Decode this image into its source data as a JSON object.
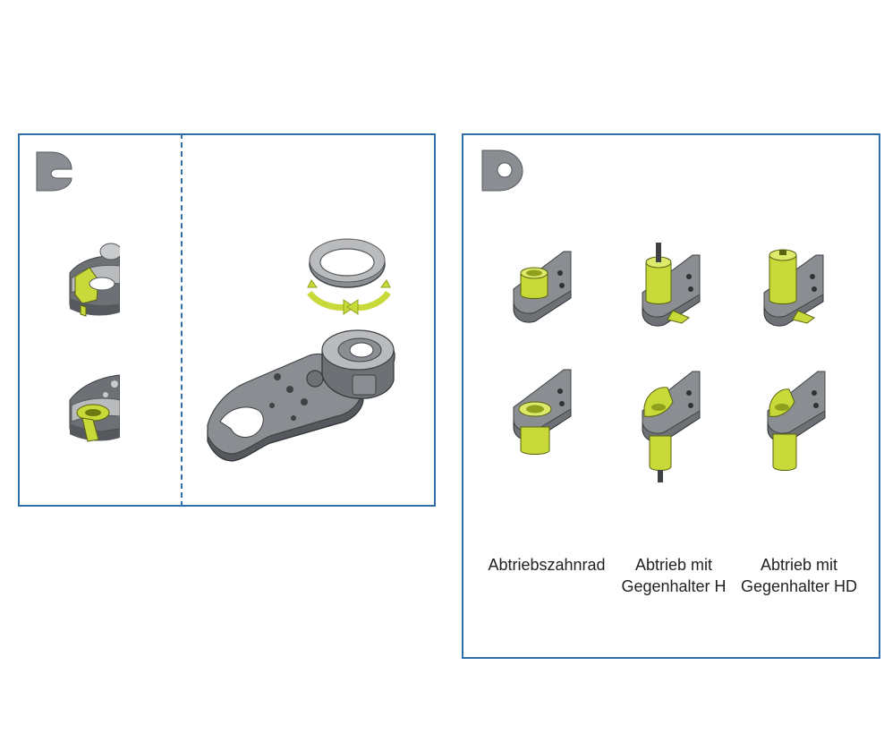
{
  "colors": {
    "frame": "#2f6ea8",
    "metal_dark": "#55585c",
    "metal_mid": "#8a8d91",
    "metal_light": "#c9cbcd",
    "accent": "#c8da3a"
  },
  "left_panel": {
    "key_icon": "open-slot-tab-icon",
    "main_illustration": "open-head-ratchet-with-ring-icon",
    "rotation_icon": "rotation-arrows-icon"
  },
  "right_panel": {
    "key_icon": "closed-hole-tab-icon",
    "variants": [
      {
        "line1": "Abtriebszahnrad",
        "line2": ""
      },
      {
        "line1": "Abtrieb mit",
        "line2": "Gegenhalter H"
      },
      {
        "line1": "Abtrieb mit",
        "line2": "Gegenhalter HD"
      }
    ]
  }
}
